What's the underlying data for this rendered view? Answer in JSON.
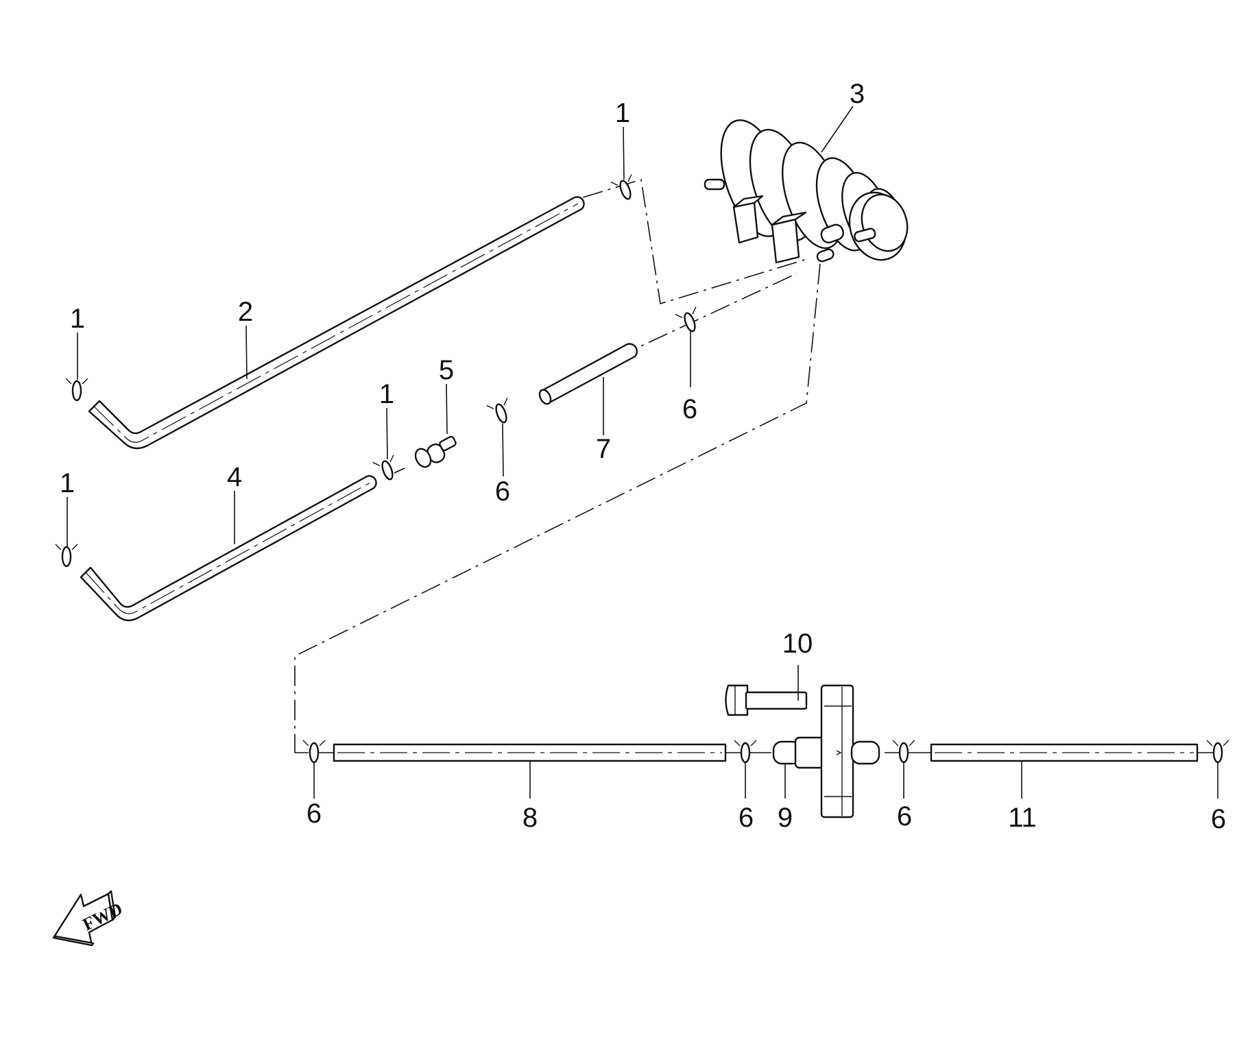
{
  "diagram": {
    "callouts": [
      {
        "id": "c1a",
        "label": "1"
      },
      {
        "id": "c1b",
        "label": "1"
      },
      {
        "id": "c1c",
        "label": "1"
      },
      {
        "id": "c1d",
        "label": "1"
      },
      {
        "id": "c2",
        "label": "2"
      },
      {
        "id": "c3",
        "label": "3"
      },
      {
        "id": "c4",
        "label": "4"
      },
      {
        "id": "c5",
        "label": "5"
      },
      {
        "id": "c6a",
        "label": "6"
      },
      {
        "id": "c6b",
        "label": "6"
      },
      {
        "id": "c6c",
        "label": "6"
      },
      {
        "id": "c6d",
        "label": "6"
      },
      {
        "id": "c6e",
        "label": "6"
      },
      {
        "id": "c6f",
        "label": "6"
      },
      {
        "id": "c7",
        "label": "7"
      },
      {
        "id": "c8",
        "label": "8"
      },
      {
        "id": "c9",
        "label": "9"
      },
      {
        "id": "c10",
        "label": "10"
      },
      {
        "id": "c11",
        "label": "11"
      }
    ],
    "fwd_label": "FWD"
  }
}
